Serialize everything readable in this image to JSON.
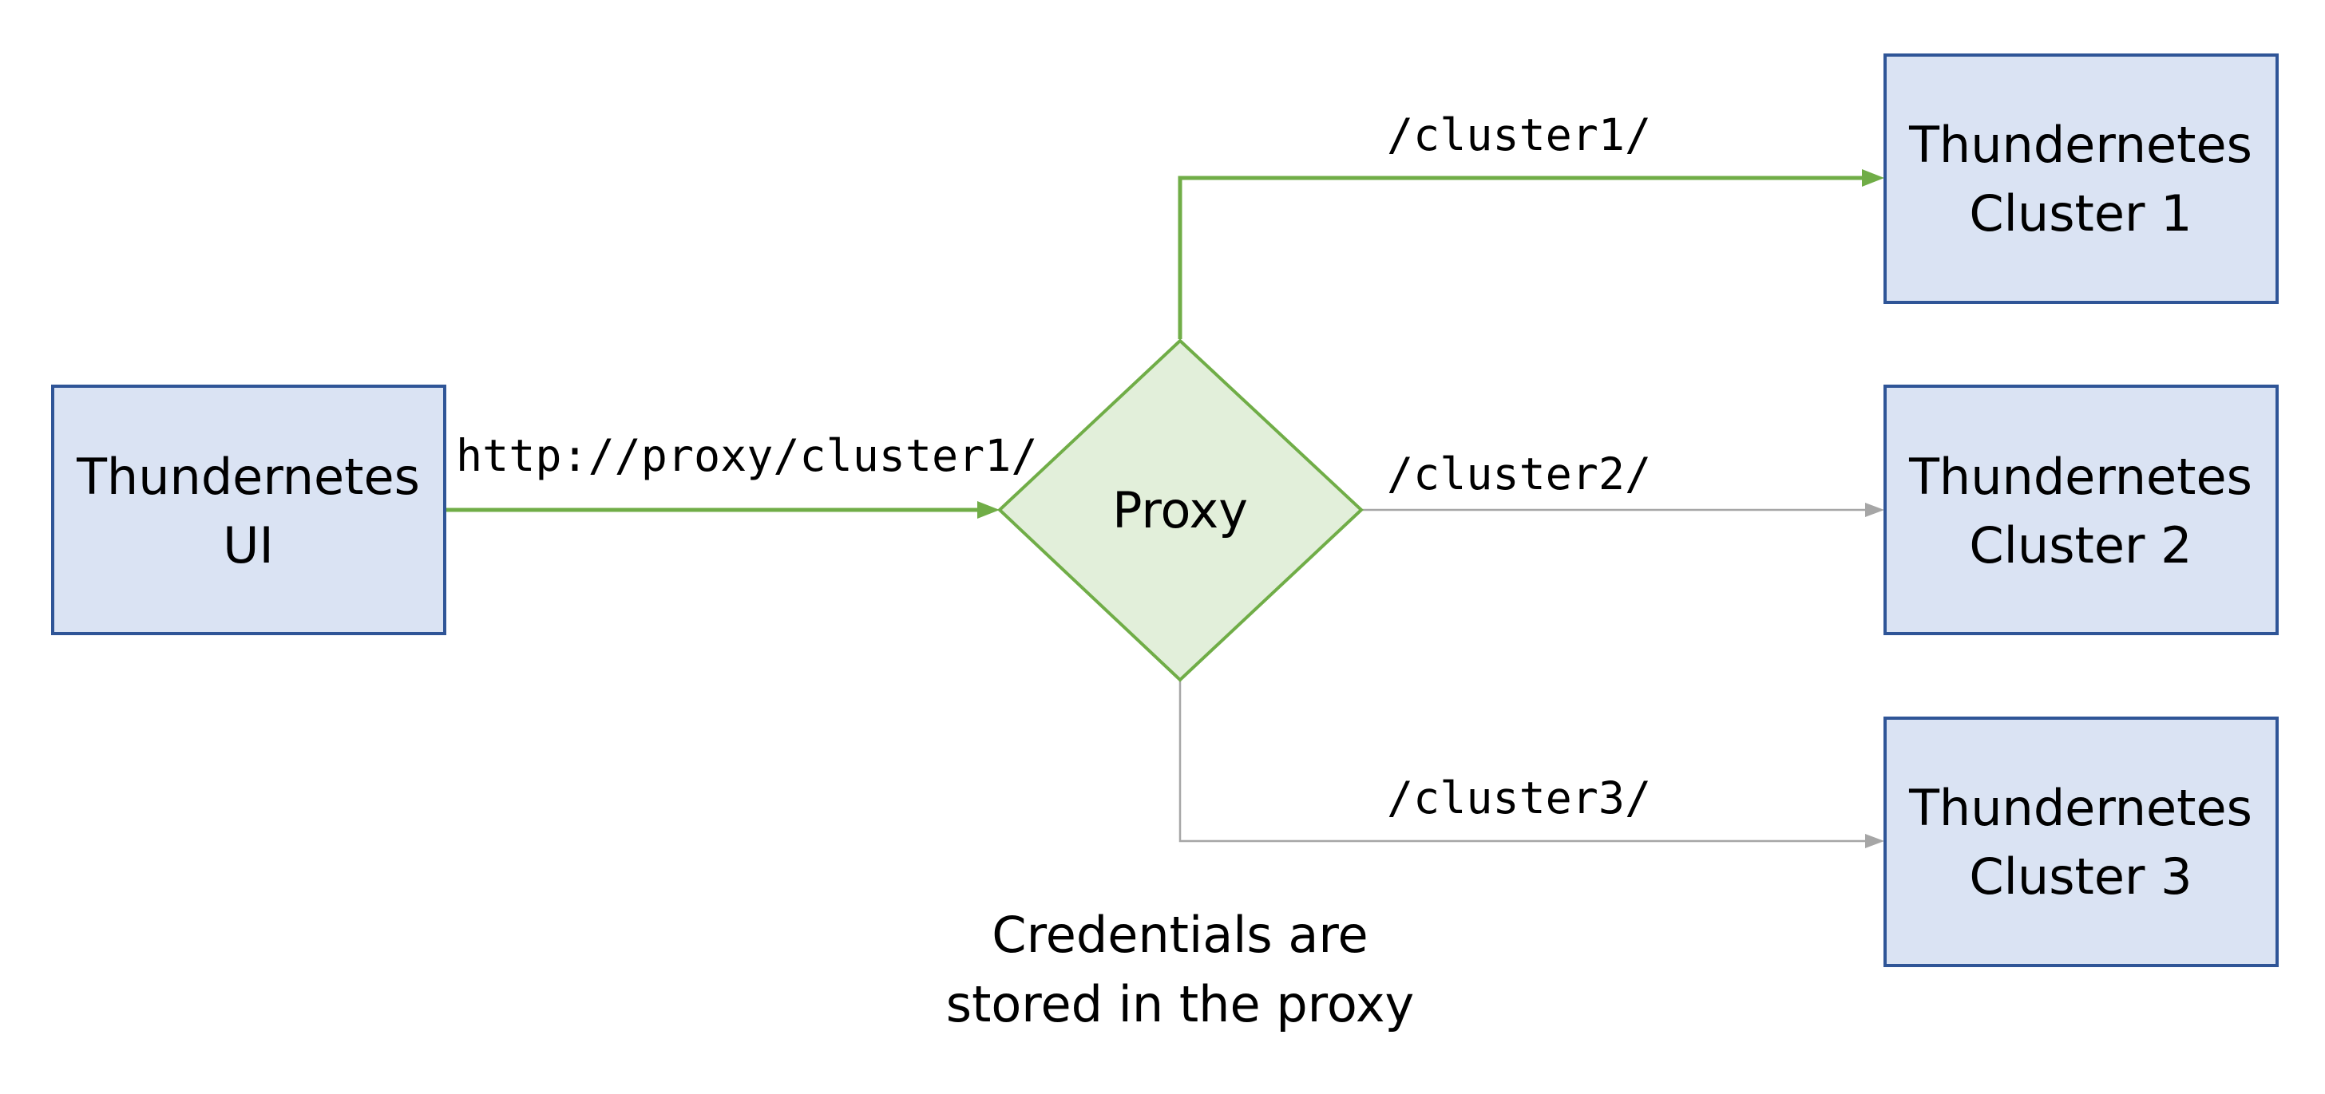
{
  "ui_box": {
    "line1": "Thundernetes",
    "line2": "UI"
  },
  "proxy": {
    "label": "Proxy"
  },
  "clusters": [
    {
      "line1": "Thundernetes",
      "line2": "Cluster 1"
    },
    {
      "line1": "Thundernetes",
      "line2": "Cluster 2"
    },
    {
      "line1": "Thundernetes",
      "line2": "Cluster 3"
    }
  ],
  "routes": {
    "ui_to_proxy": "http://proxy/cluster1/",
    "cluster1": "/cluster1/",
    "cluster2": "/cluster2/",
    "cluster3": "/cluster3/"
  },
  "note": {
    "line1": "Credentials are",
    "line2": "stored in the proxy"
  },
  "colors": {
    "box_fill": "#dae3f3",
    "box_border": "#2f5597",
    "proxy_fill": "#e2efda",
    "active_route": "#70ad47",
    "inactive_route": "#a6a6a6"
  }
}
